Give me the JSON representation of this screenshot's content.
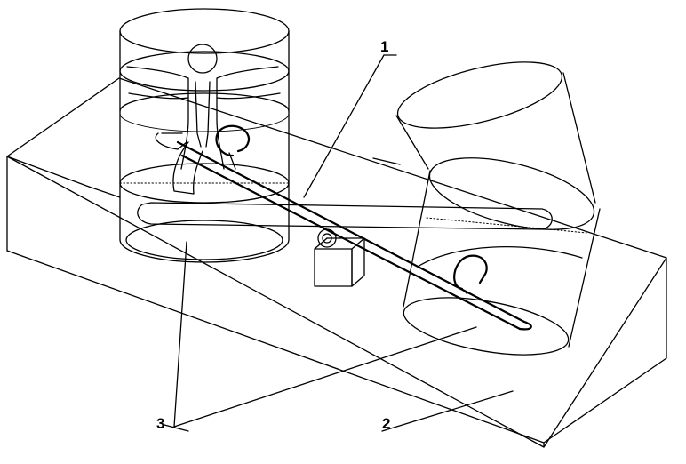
{
  "labels": {
    "lever": "1",
    "base": "2",
    "cups": "3"
  }
}
